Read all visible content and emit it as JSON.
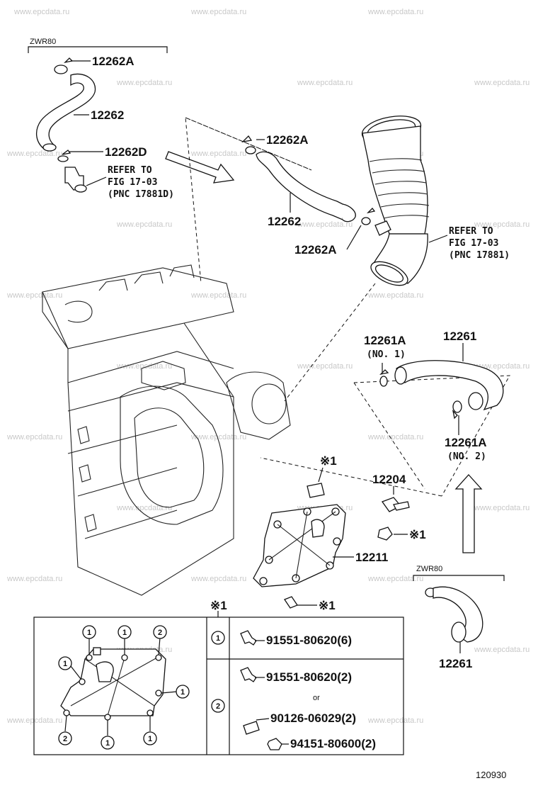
{
  "watermark": "www.epcdata.ru",
  "figure_number": "120930",
  "variant_labels": {
    "top_left": "ZWR80",
    "bottom_right": "ZWR80"
  },
  "parts": {
    "p12262A_top_left": "12262A",
    "p12262_top_left": "12262",
    "p12262D": "12262D",
    "ref_left_1": "REFER TO",
    "ref_left_2": "FIG 17-03",
    "ref_left_3": "(PNC 17881D)",
    "p12262A_mid_top": "12262A",
    "p12262_mid": "12262",
    "p12262A_mid_bottom": "12262A",
    "ref_right_1": "REFER TO",
    "ref_right_2": "FIG 17-03",
    "ref_right_3": "(PNC 17881)",
    "p12261A_no1": "12261A",
    "no1": "(NO. 1)",
    "p12261_top": "12261",
    "p12261A_no2": "12261A",
    "no2": "(NO. 2)",
    "mark1_upper": "※1",
    "p12204": "12204",
    "mark1_right": "※1",
    "p12211": "12211",
    "mark1_bottom": "※1",
    "p12261_bottom": "12261"
  },
  "legend": {
    "header": "※1",
    "row1_num": "1",
    "row1_part": "91551-80620(6)",
    "row2_num": "2",
    "row2_part_a": "91551-80620(2)",
    "row2_or": "or",
    "row2_part_b": "90126-06029(2)",
    "row2_part_c": "94151-80600(2)",
    "callouts": [
      "1",
      "1",
      "2",
      "1",
      "1",
      "2",
      "1",
      "1"
    ]
  }
}
